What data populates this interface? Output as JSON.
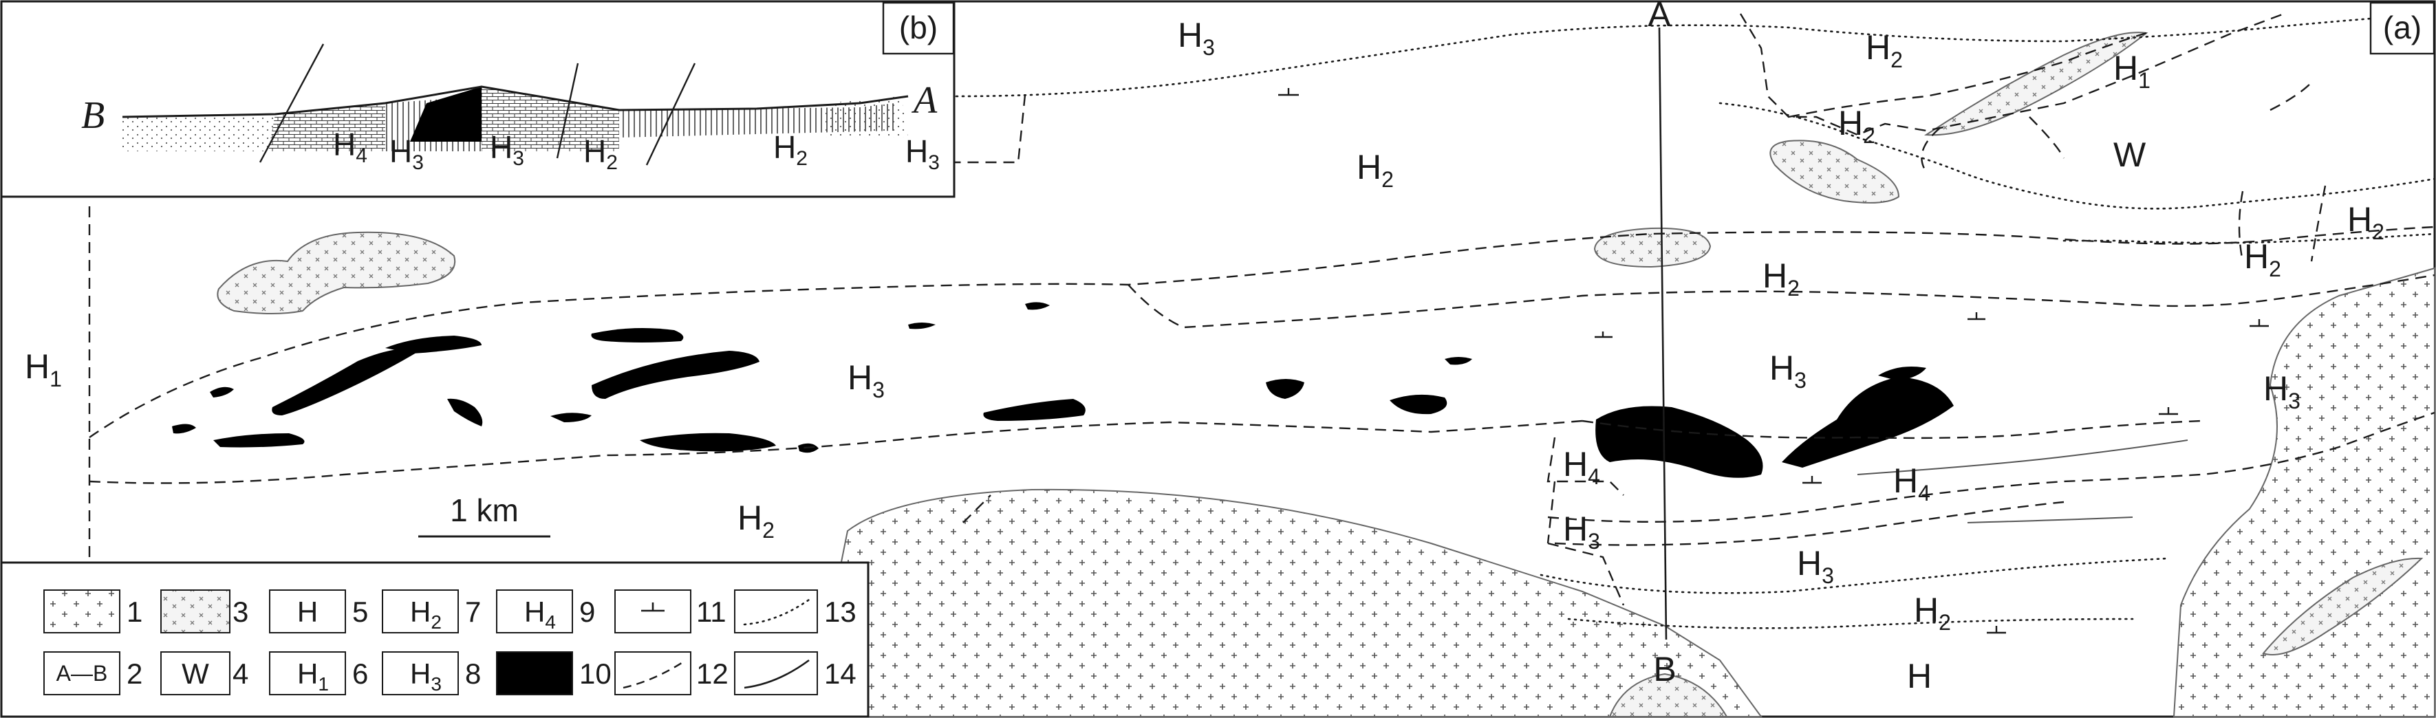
{
  "panels": {
    "a": "(a)",
    "b": "(b)"
  },
  "section_ends": {
    "a": "A",
    "b": "B"
  },
  "scale_bar": "1 km",
  "map_units": [
    {
      "text": "H",
      "sub": "3"
    },
    {
      "text": "H",
      "sub": "2"
    },
    {
      "text": "H",
      "sub": "1"
    },
    {
      "text": "H",
      "sub": "2"
    },
    {
      "text": "W",
      "sub": ""
    },
    {
      "text": "H",
      "sub": "2"
    },
    {
      "text": "H",
      "sub": "2"
    },
    {
      "text": "H",
      "sub": "2"
    },
    {
      "text": "H",
      "sub": "2"
    },
    {
      "text": "H",
      "sub": "1"
    },
    {
      "text": "H",
      "sub": "3"
    },
    {
      "text": "H",
      "sub": "3"
    },
    {
      "text": "H",
      "sub": "3"
    },
    {
      "text": "H",
      "sub": "4"
    },
    {
      "text": "H",
      "sub": "4"
    },
    {
      "text": "H",
      "sub": "3"
    },
    {
      "text": "H",
      "sub": "2"
    },
    {
      "text": "H",
      "sub": "3"
    },
    {
      "text": "H",
      "sub": "2"
    },
    {
      "text": "H",
      "sub": ""
    }
  ],
  "section_units": [
    {
      "text": "H",
      "sub": "4"
    },
    {
      "text": "H",
      "sub": "3"
    },
    {
      "text": "H",
      "sub": "3"
    },
    {
      "text": "H",
      "sub": "2"
    },
    {
      "text": "H",
      "sub": "2"
    },
    {
      "text": "H",
      "sub": "3"
    }
  ],
  "legend": [
    {
      "num": "1",
      "box": "granite"
    },
    {
      "num": "2",
      "box": "A—B"
    },
    {
      "num": "3",
      "box": "xfill"
    },
    {
      "num": "4",
      "box": "W"
    },
    {
      "num": "5",
      "box": "H"
    },
    {
      "num": "6",
      "box": "H1"
    },
    {
      "num": "7",
      "box": "H2"
    },
    {
      "num": "8",
      "box": "H3"
    },
    {
      "num": "9",
      "box": "H4"
    },
    {
      "num": "10",
      "box": "black"
    },
    {
      "num": "11",
      "box": "dip"
    },
    {
      "num": "12",
      "box": "dashed"
    },
    {
      "num": "13",
      "box": "dotted"
    },
    {
      "num": "14",
      "box": "solid"
    }
  ],
  "legend_box_text": {
    "ab": "A—B",
    "w": "W",
    "h": "H",
    "hs": "H"
  },
  "legend_box_subs": {
    "h1": "1",
    "h2": "2",
    "h3": "3",
    "h4": "4"
  }
}
